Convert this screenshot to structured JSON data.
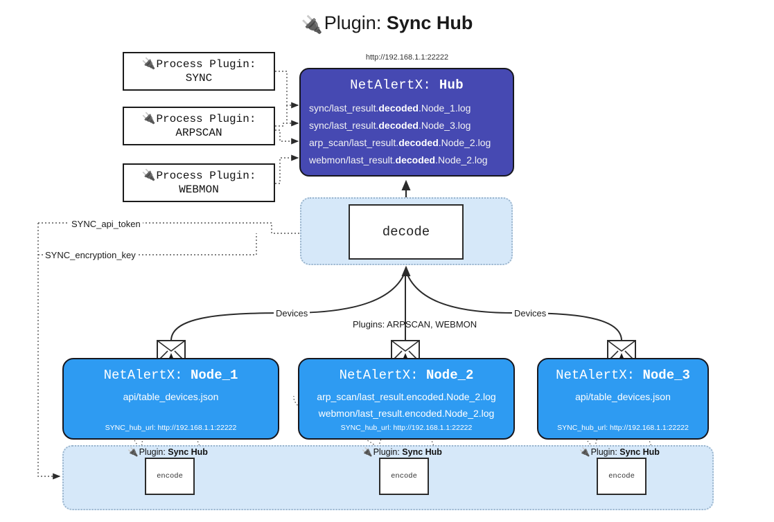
{
  "page": {
    "title_icon": "plug-icon",
    "title_prefix": "Plugin:",
    "title_name": "Sync Hub",
    "hub_url": "http://192.168.1.1:22222"
  },
  "process_plugins": [
    {
      "icon": "plug-icon",
      "line1": "Process Plugin:",
      "line2": "SYNC"
    },
    {
      "icon": "plug-icon",
      "line1": "Process Plugin:",
      "line2": "ARPSCAN"
    },
    {
      "icon": "plug-icon",
      "line1": "Process Plugin:",
      "line2": "WEBMON"
    }
  ],
  "hub": {
    "title_prefix": "NetAlertX:",
    "title_name": "Hub",
    "logs": [
      {
        "pre": "sync/last_result.",
        "mid": "decoded",
        "post": ".Node_1.log"
      },
      {
        "pre": "sync/last_result.",
        "mid": "decoded",
        "post": ".Node_3.log"
      },
      {
        "pre": "arp_scan/last_result.",
        "mid": "decoded",
        "post": ".Node_2.log"
      },
      {
        "pre": "webmon/last_result.",
        "mid": "decoded",
        "post": ".Node_2.log"
      }
    ]
  },
  "decode": {
    "label": "decode"
  },
  "secrets": {
    "api_token": "SYNC_api_token",
    "encryption_key": "SYNC_encryption_key"
  },
  "edge_labels": {
    "devices_left": "Devices",
    "plugins_middle": "Plugins: ARPSCAN, WEBMON",
    "devices_right": "Devices"
  },
  "nodes": [
    {
      "title_prefix": "NetAlertX:",
      "title_name": "Node_1",
      "lines": [
        "api/table_devices.json"
      ],
      "footer": "SYNC_hub_url: http://192.168.1.1:22222",
      "envelope_icon": "envelope-icon"
    },
    {
      "title_prefix": "NetAlertX:",
      "title_name": "Node_2",
      "lines": [
        "arp_scan/last_result.encoded.Node_2.log",
        "webmon/last_result.encoded.Node_2.log"
      ],
      "footer": "SYNC_hub_url: http://192.168.1.1:22222",
      "envelope_icon": "envelope-icon"
    },
    {
      "title_prefix": "NetAlertX:",
      "title_name": "Node_3",
      "lines": [
        "api/table_devices.json"
      ],
      "footer": "SYNC_hub_url: http://192.168.1.1:22222",
      "envelope_icon": "envelope-icon"
    }
  ],
  "plugin_instances": [
    {
      "icon": "plug-icon",
      "prefix": "Plugin:",
      "name": "Sync Hub",
      "action": "encode"
    },
    {
      "icon": "plug-icon",
      "prefix": "Plugin:",
      "name": "Sync Hub",
      "action": "encode"
    },
    {
      "icon": "plug-icon",
      "prefix": "Plugin:",
      "name": "Sync Hub",
      "action": "encode"
    }
  ],
  "colors": {
    "hub_fill": "#4649b2",
    "node_fill": "#2e9bf2",
    "container_fill": "#d6e8f9",
    "stroke": "#2b2b2b"
  }
}
